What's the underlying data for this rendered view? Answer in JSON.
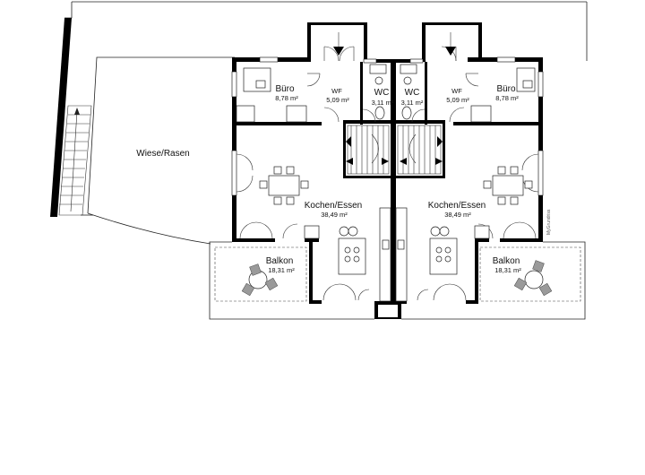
{
  "plan": {
    "outdoor": {
      "label": "Wiese/Rasen"
    },
    "left_unit": {
      "office": {
        "name": "Büro",
        "area": "8,78 m²"
      },
      "utility": {
        "name": "WF",
        "area": "5,09 m²"
      },
      "wc": {
        "name": "WC",
        "area": "3,11 m²"
      },
      "kitchen_dining": {
        "name": "Kochen/Essen",
        "area": "38,49 m²"
      },
      "balcony": {
        "name": "Balkon",
        "area": "18,31 m²"
      }
    },
    "right_unit": {
      "office": {
        "name": "Büro",
        "area": "8,78 m²"
      },
      "utility": {
        "name": "WF",
        "area": "5,09 m²"
      },
      "wc": {
        "name": "WC",
        "area": "3,11 m²"
      },
      "kitchen_dining": {
        "name": "Kochen/Essen",
        "area": "38,49 m²"
      },
      "balcony": {
        "name": "Balkon",
        "area": "18,31 m²"
      }
    },
    "copyright": "MyGrundriss"
  }
}
